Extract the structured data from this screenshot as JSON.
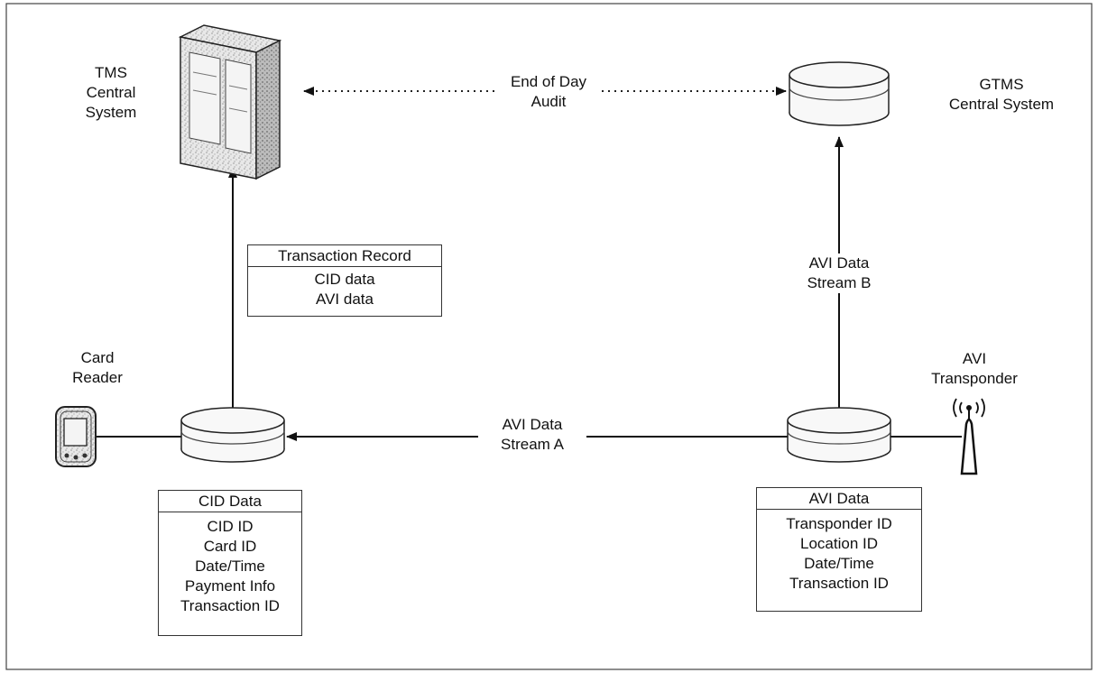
{
  "nodes": {
    "tms": {
      "line1": "TMS",
      "line2": "Central System"
    },
    "gtms": {
      "line1": "GTMS",
      "line2": "Central System"
    },
    "card_reader": {
      "line1": "Card",
      "line2": "Reader"
    },
    "transponder": {
      "line1": "AVI",
      "line2": "Transponder"
    }
  },
  "edges": {
    "audit": {
      "line1": "End of Day",
      "line2": "Audit"
    },
    "stream_a": {
      "line1": "AVI Data",
      "line2": "Stream A"
    },
    "stream_b": {
      "line1": "AVI Data",
      "line2": "Stream B"
    }
  },
  "tables": {
    "transaction_record": {
      "title": "Transaction Record",
      "rows": [
        "CID data",
        "AVI data"
      ]
    },
    "cid_data": {
      "title": "CID Data",
      "rows": [
        "CID ID",
        "Card ID",
        "Date/Time",
        "Payment Info",
        "Transaction ID"
      ]
    },
    "avi_data": {
      "title": "AVI Data",
      "rows": [
        "Transponder ID",
        "Location ID",
        "Date/Time",
        "Transaction ID"
      ]
    }
  },
  "icons": [
    "server-tower-icon",
    "database-disk-icon",
    "card-reader-icon",
    "antenna-transponder-icon"
  ]
}
